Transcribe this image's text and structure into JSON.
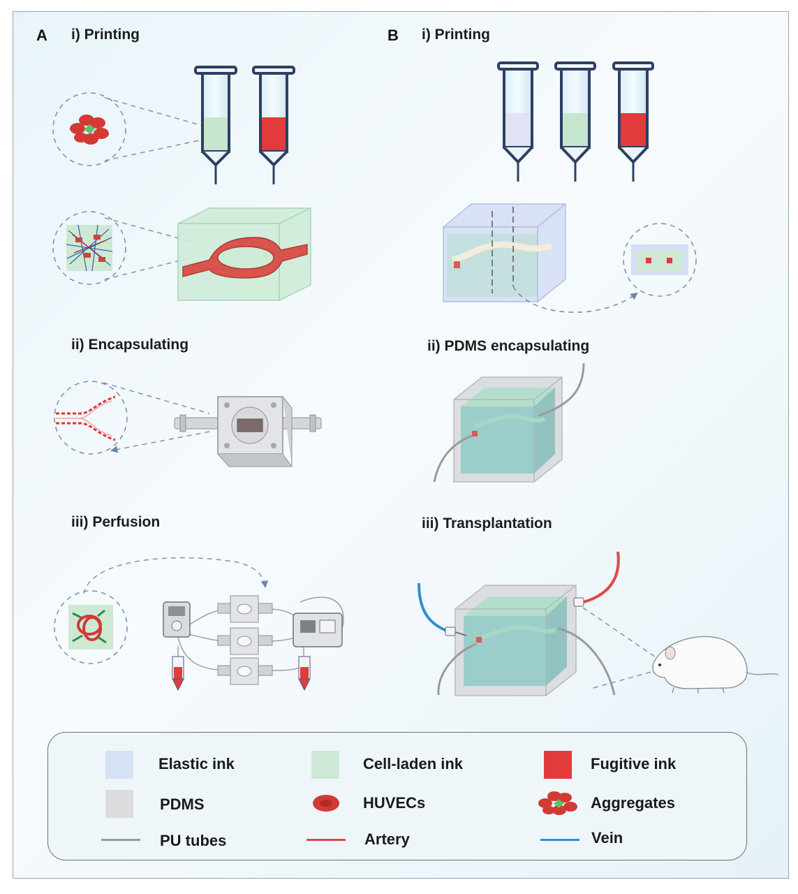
{
  "panels": {
    "a_letter": "A",
    "b_letter": "B",
    "a_steps": [
      "i) Printing",
      "ii) Encapsulating",
      "iii) Perfusion"
    ],
    "b_steps": [
      "i) Printing",
      "ii) PDMS encapsulating",
      "iii) Transplantation"
    ]
  },
  "legend": {
    "items": [
      {
        "label": "Elastic ink",
        "symbol": "elastic-ink-swatch",
        "color": "#d5e1f4"
      },
      {
        "label": "Cell-laden ink",
        "symbol": "cell-laden-ink-swatch",
        "color": "#cde8d6"
      },
      {
        "label": "Fugitive ink",
        "symbol": "fugitive-ink-swatch",
        "color": "#e23b3b"
      },
      {
        "label": "PDMS",
        "symbol": "pdms-swatch",
        "color": "#dcdcde"
      },
      {
        "label": "HUVECs",
        "symbol": "huvec-icon",
        "color": "#d33a34"
      },
      {
        "label": "Aggregates",
        "symbol": "aggregates-icon",
        "color": "#d33a34"
      },
      {
        "label": "PU tubes",
        "symbol": "pu-tube-line",
        "color": "#9a9a9a"
      },
      {
        "label": "Artery",
        "symbol": "artery-line",
        "color": "#e04848"
      },
      {
        "label": "Vein",
        "symbol": "vein-line",
        "color": "#2f8fd0"
      }
    ]
  }
}
